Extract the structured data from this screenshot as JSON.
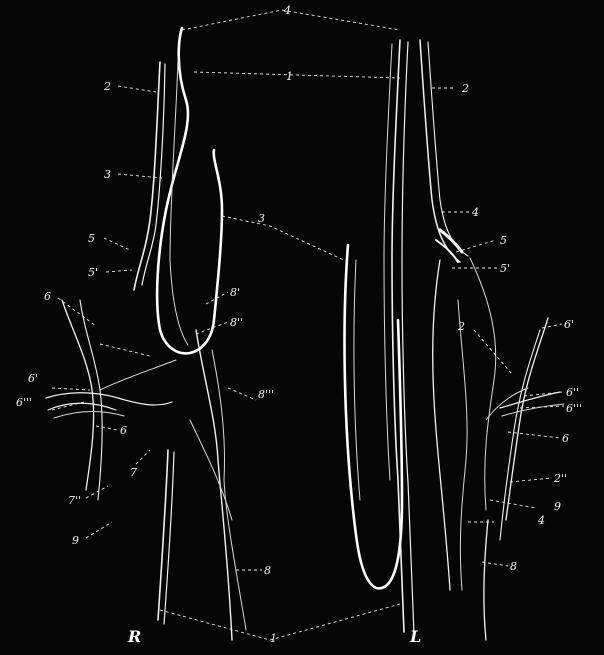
{
  "labels": {
    "top_4": "4",
    "top_1": "1",
    "r_2": "2",
    "r_3": "3",
    "r_5": "5",
    "r_5p": "5'",
    "r_6": "6",
    "r_6p": "6'",
    "r_6ppp": "6'''",
    "r_6b": "6",
    "r_7": "7",
    "r_7pp": "7''",
    "r_9": "9",
    "r_8": "8",
    "c_3": "3",
    "c_8p": "8'",
    "c_8pp": "8''",
    "c_8ppp": "8'''",
    "l_2": "2",
    "l_4": "4",
    "l_5": "5",
    "l_5p": "5'",
    "l_2b": "2",
    "l_6p": "6'",
    "l_6pp": "6''",
    "l_6ppp": "6'''",
    "l_6": "6",
    "l_2pp": "2''",
    "l_9": "9",
    "l_4b": "4",
    "l_8": "8",
    "bottom_1": "1",
    "side_R": "R",
    "side_L": "L"
  }
}
